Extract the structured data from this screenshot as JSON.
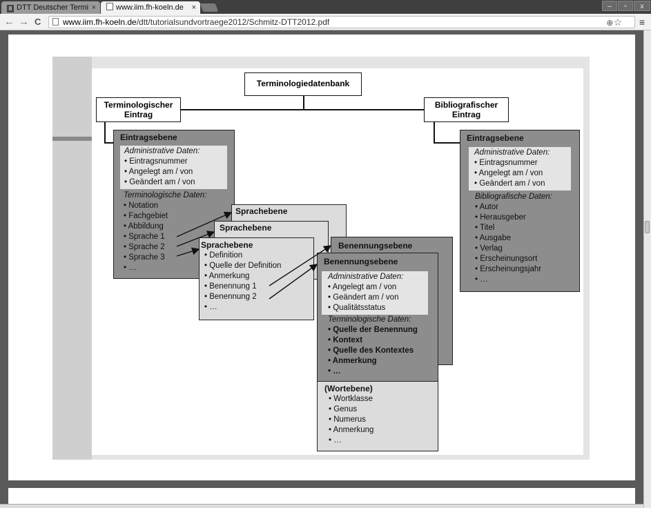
{
  "browser": {
    "tabs": [
      {
        "label": "DTT Deutscher Termi",
        "close": "×"
      },
      {
        "label": "www.iim.fh-koeln.de",
        "close": "×"
      }
    ],
    "url_host": "www.iim.fh-koeln.de",
    "url_path": "/dtt/tutorialsundvortraege2012/Schmitz-DTT2012.pdf",
    "back": "←",
    "forward": "→",
    "reload": "C",
    "zoom_icon": "⊕",
    "star_icon": "☆",
    "menu_icon": "≡",
    "win_min": "–",
    "win_max": "▫",
    "win_close": "x"
  },
  "diagram": {
    "root": "Terminologiedatenbank",
    "term_entry": "Terminologischer Eintrag",
    "bib_entry": "Bibliografischer Eintrag",
    "left_entry": {
      "title": "Eintragsebene",
      "admin_title": "Administrative Daten:",
      "admin_items": [
        "• Eintragsnummer",
        "• Angelegt  am  / von",
        "• Geändert  am  / von"
      ],
      "term_title": "Terminologische Daten:",
      "term_items": [
        "• Notation",
        "• Fachgebiet",
        "• Abbildung",
        "• Sprache 1",
        "• Sprache 2",
        "• Sprache 3",
        "• …"
      ]
    },
    "lang_title": "Sprachebene",
    "lang_items": [
      "• Definition",
      "• Quelle  der Definition",
      "• Anmerkung",
      "• Benennung  1",
      "• Benennung  2",
      "• …"
    ],
    "term_title": "Benennungsebene",
    "term_box": {
      "admin_title": "Administrative Daten:",
      "admin_items": [
        "• Angelegt  am / von",
        "• Geändert  am / von",
        "• Qualitätsstatus"
      ],
      "term_title": "Terminologische Daten:",
      "term_items": [
        "• Quelle  der Benennung",
        "• Kontext",
        "• Quelle  des  Kontextes",
        "• Anmerkung",
        "• …"
      ]
    },
    "word_box": {
      "title": "(Wortebene)",
      "items": [
        "• Wortklasse",
        "• Genus",
        "• Numerus",
        "• Anmerkung",
        "• …"
      ]
    },
    "right_entry": {
      "title": "Eintragsebene",
      "admin_title": "Administrative Daten:",
      "admin_items": [
        "• Eintragsnummer",
        "• Angelegt  am  / von",
        "• Geändert  am  / von"
      ],
      "bib_title": "Bibliografische Daten:",
      "bib_items": [
        "• Autor",
        "• Herausgeber",
        "• Titel",
        "• Ausgabe",
        "• Verlag",
        "• Erscheinungsort",
        "• Erscheinungsjahr",
        "• …"
      ]
    }
  }
}
